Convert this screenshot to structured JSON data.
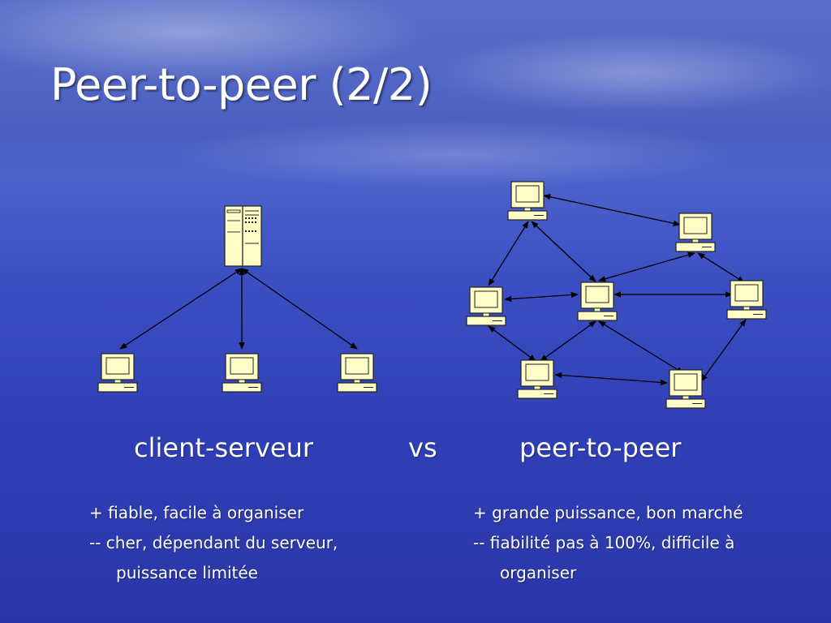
{
  "slide": {
    "title": "Peer-to-peer (2/2)"
  },
  "labels": {
    "client_server": "client-serveur",
    "vs": "vs",
    "peer_to_peer": "peer-to-peer"
  },
  "client_server_points": {
    "pro": "+ fiable, facile à organiser",
    "con": "-- cher, dépendant du serveur,",
    "con_cont": "puissance limitée"
  },
  "peer_to_peer_points": {
    "pro": "+ grande puissance, bon marché",
    "con": "-- fiabilité pas à 100%, difficile à",
    "con_cont": "organiser"
  },
  "icons": {
    "server": "server-icon",
    "computer": "computer-icon"
  },
  "colors": {
    "device_fill": "#fffdc8",
    "device_stroke": "#222222",
    "arrow": "#000000",
    "text": "#ffffff"
  }
}
